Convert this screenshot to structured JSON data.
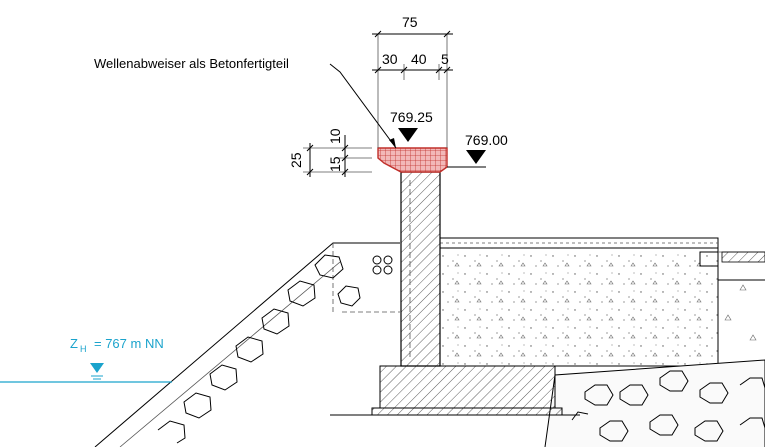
{
  "annotation": {
    "label": "Wellenabweiser als Betonfertigteil"
  },
  "dimensions": {
    "total_width": "75",
    "part_a": "30",
    "part_b": "40",
    "part_c": "5",
    "height_total": "25",
    "height_top": "10",
    "height_bottom": "15"
  },
  "levels": {
    "top_of_wave_deflector": "769.25",
    "terrain": "769.00"
  },
  "water_level": {
    "symbol": "Z",
    "subscript": "H",
    "value": "= 767 m NN"
  },
  "colors": {
    "wave_deflector": "#d9534f",
    "water": "#1aa3cc",
    "linework": "#000000"
  }
}
